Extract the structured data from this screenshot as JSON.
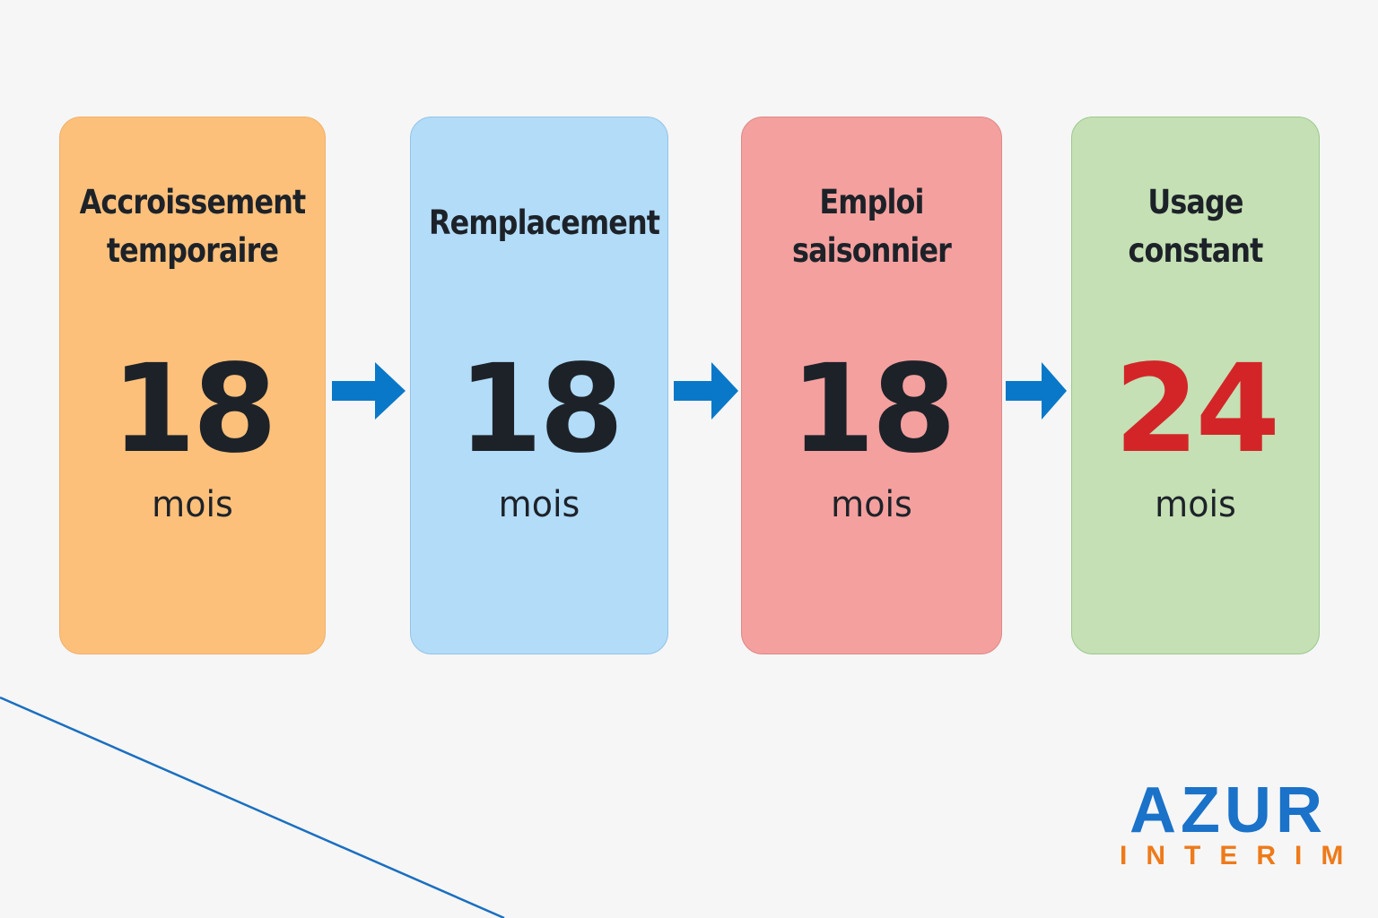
{
  "cards": [
    {
      "title": "Accroissement\ntemporaire",
      "value": "18",
      "unit": "mois",
      "bg": "#fdc07a",
      "border": "#f0b06a",
      "value_color": "#1d2229"
    },
    {
      "title": "Remplacement",
      "value": "18",
      "unit": "mois",
      "bg": "#b2dcf8",
      "border": "#94c3e6",
      "value_color": "#1d2229"
    },
    {
      "title": "Emploi\nsaisonnier",
      "value": "18",
      "unit": "mois",
      "bg": "#f4a09e",
      "border": "#dd8a88",
      "value_color": "#1d2229"
    },
    {
      "title": "Usage\nconstant",
      "value": "24",
      "unit": "mois",
      "bg": "#c4e0b4",
      "border": "#9dc98e",
      "value_color": "#d32528"
    }
  ],
  "arrow_color": "#0a78c8",
  "line_color": "#1a6fc0",
  "logo": {
    "line1": "AZUR",
    "line2": "INTERIM",
    "line1_color": "#1a72c9",
    "line2_color": "#ee7a1a"
  }
}
